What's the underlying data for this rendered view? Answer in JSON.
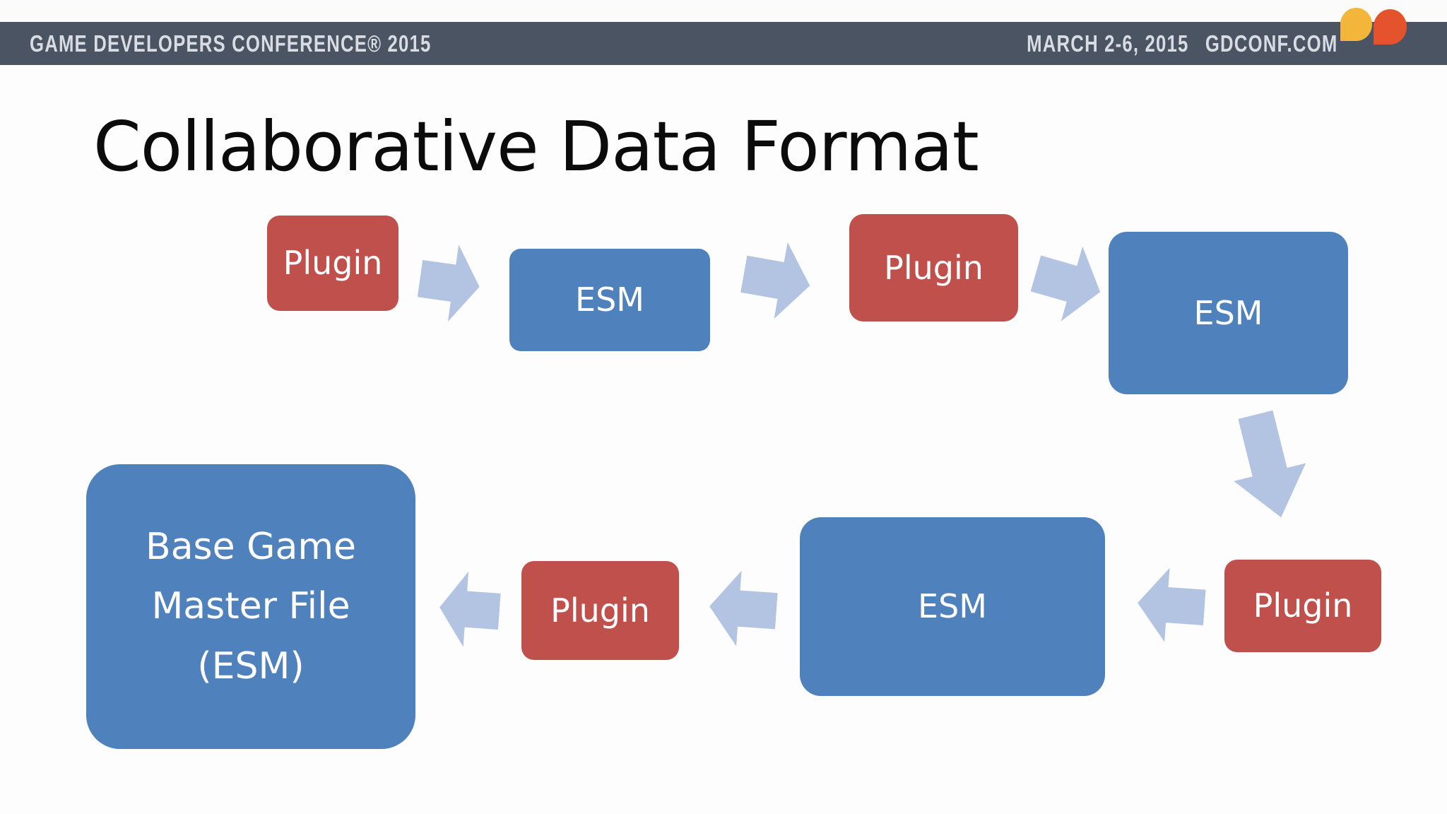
{
  "header": {
    "conference": "GAME DEVELOPERS CONFERENCE® 2015",
    "date": "MARCH 2-6, 2015",
    "website": "GDCONF.COM"
  },
  "title": "Collaborative Data Format",
  "colors": {
    "background": "#fdfdfd",
    "header_bar": "#4b5462",
    "header_text": "#d9dde3",
    "plugin_box": "#bf504c",
    "esm_box": "#4f81bd",
    "arrow": "#b3c4e2",
    "logo_yellow": "#f3b63a",
    "logo_orange": "#e5532d",
    "title_text": "#0b0b0b",
    "box_text": "#ffffff"
  },
  "diagram": {
    "top_row": [
      {
        "id": "plugin-1",
        "label": "Plugin",
        "type": "plugin"
      },
      {
        "id": "esm-1",
        "label": "ESM",
        "type": "esm"
      },
      {
        "id": "plugin-2",
        "label": "Plugin",
        "type": "plugin"
      },
      {
        "id": "esm-2",
        "label": "ESM",
        "type": "esm"
      }
    ],
    "bottom_row": [
      {
        "id": "plugin-4",
        "label": "Plugin",
        "type": "plugin"
      },
      {
        "id": "esm-3",
        "label": "ESM",
        "type": "esm"
      },
      {
        "id": "plugin-3",
        "label": "Plugin",
        "type": "plugin"
      },
      {
        "id": "base-game-master-file",
        "label_lines": [
          "Base Game",
          "Master File",
          "(ESM)"
        ],
        "type": "esm"
      }
    ]
  }
}
